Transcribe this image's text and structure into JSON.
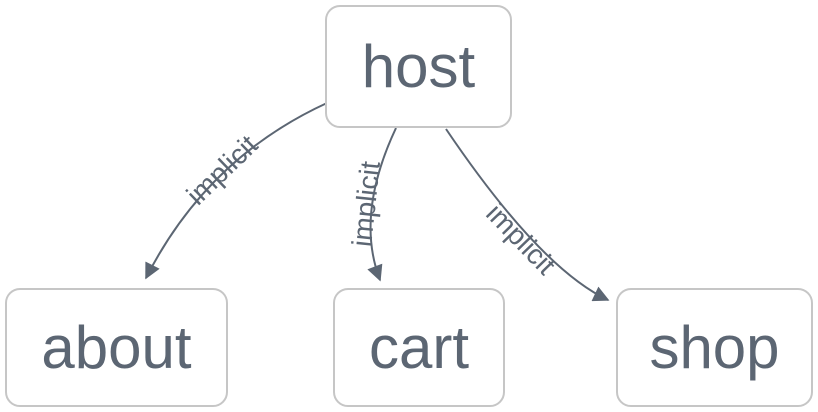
{
  "diagram": {
    "type": "directed-graph",
    "background": "#ffffff",
    "nodes": [
      {
        "id": "host",
        "label": "host"
      },
      {
        "id": "about",
        "label": "about"
      },
      {
        "id": "cart",
        "label": "cart"
      },
      {
        "id": "shop",
        "label": "shop"
      }
    ],
    "edges": [
      {
        "from": "host",
        "to": "about",
        "label": "implicit",
        "arrow": "to"
      },
      {
        "from": "host",
        "to": "cart",
        "label": "implicit",
        "arrow": "to"
      },
      {
        "from": "host",
        "to": "shop",
        "label": "implicit",
        "arrow": "to"
      }
    ],
    "colors": {
      "node_fill": "#ffffff",
      "node_border": "#c6c6c6",
      "node_text": "#5c6673",
      "edge": "#5c6673",
      "edge_label": "#5c6673"
    }
  }
}
